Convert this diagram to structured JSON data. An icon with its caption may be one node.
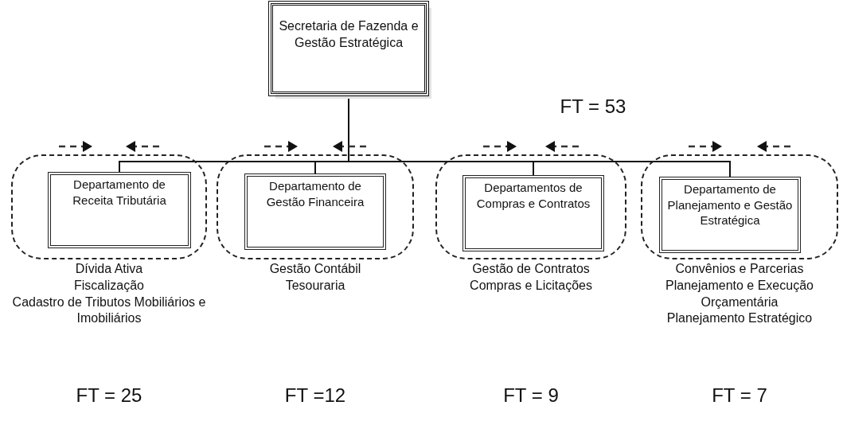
{
  "diagram": {
    "nodes": [
      {
        "text": [
          "Secretaria de Fazenda e Gestão Estratégica"
        ]
      },
      {
        "text": [],
        "shape": "box"
      },
      {
        "text": [
          "Departamento de Receita Tributária"
        ],
        "in": 1,
        "beside": [
          "Dívida Ativa",
          "Fiscalização",
          "Cadastro de Tributos Mobiliários e Imobiliários"
        ]
      },
      {
        "text": [],
        "shape": "box"
      },
      {
        "text": [
          "Departamento de Gestão Financeira"
        ],
        "in": 3,
        "beside": [
          "Gestão Contábil",
          "Tesouraria"
        ]
      },
      {
        "text": [],
        "shape": "box"
      },
      {
        "text": [
          "Departamentos de Compras e Contratos"
        ],
        "in": 5,
        "beside": [
          "Gestão de Contratos",
          "Compras e Licitações"
        ]
      },
      {
        "text": [],
        "shape": "box"
      },
      {
        "text": [
          "Departamento de Planejamento e Gestão Estratégica"
        ],
        "in": 7,
        "beside": [
          "Convênios e Parcerias",
          "Planejamento e Execução Orçamentária",
          "Planejamento Estratégico"
        ]
      }
    ],
    "labels": [
      "FT = 53",
      "FT = 25",
      "FT =12",
      "FT = 9",
      "FT = 7"
    ],
    "edges": [
      {
        "from": 0,
        "to": 2,
        "arrow": "none"
      },
      {
        "from": 0,
        "to": 4,
        "arrow": "none"
      },
      {
        "from": 0,
        "to": 6,
        "arrow": "none"
      },
      {
        "from": 0,
        "to": 8,
        "arrow": "none"
      }
    ]
  }
}
